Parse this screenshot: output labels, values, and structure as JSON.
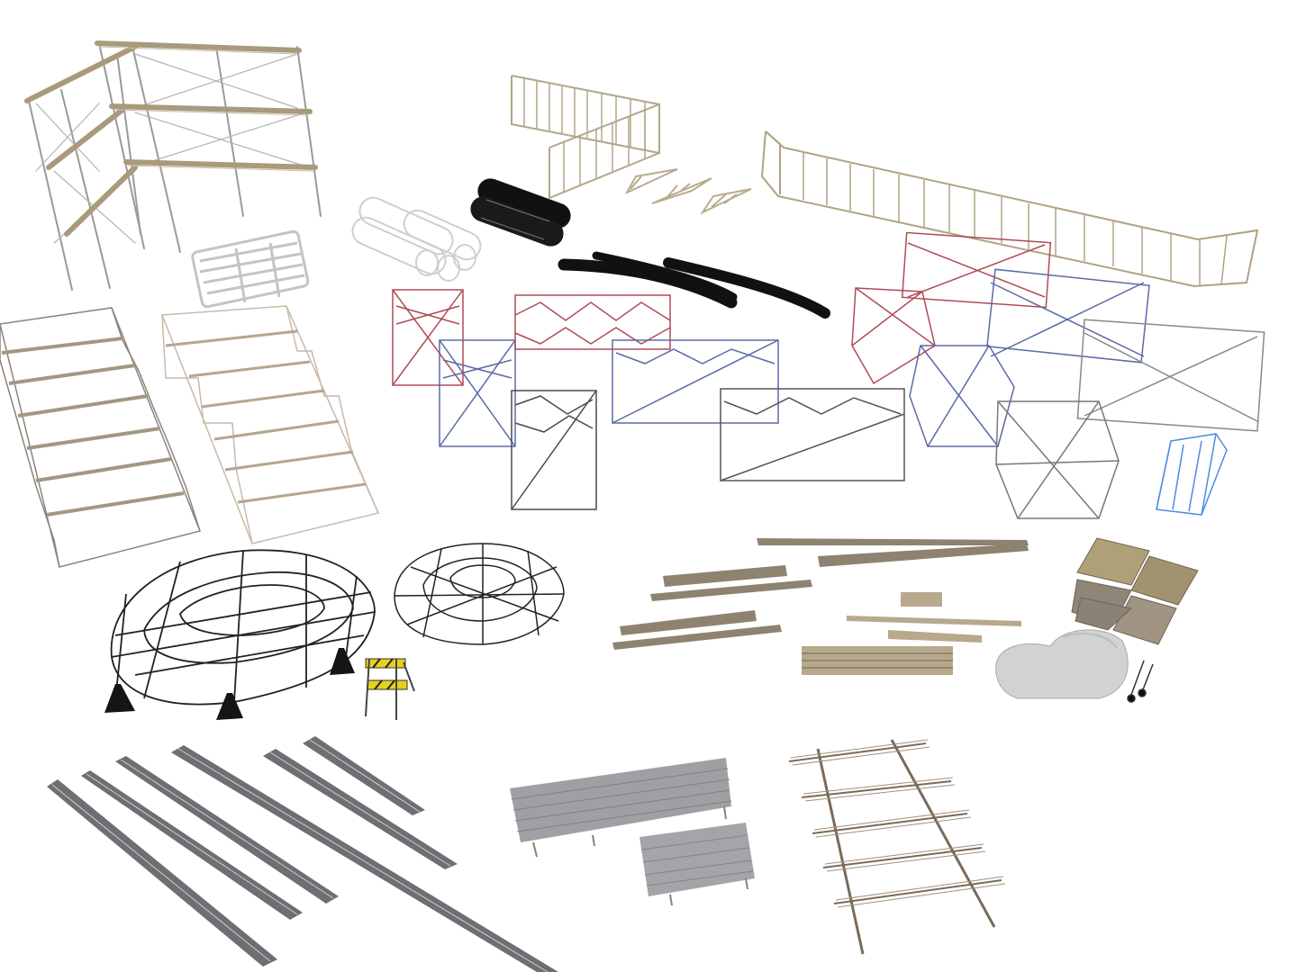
{
  "scene": {
    "background": "#ffffff",
    "colors": {
      "scaffold_wood": "#a99a7e",
      "scaffold_metal": "#9a9a9a",
      "truss_dark": "#4a4a4a",
      "truss_red": "#b04a55",
      "truss_blue": "#5a6aa8",
      "truss_light_blue": "#4d8ce0",
      "pipe_grey": "#cfcfcf",
      "pipe_black": "#111111",
      "dome_wire": "#222222",
      "cone_black": "#151515",
      "barrier_yellow": "#e6d21c",
      "plank": "#8d8370",
      "plank_light": "#b8a98c",
      "beam_steel": "#6e6e73",
      "concrete_panel": "#9ea0a3",
      "rebar": "#7a6a5a",
      "pallet_plate": "#a19482",
      "rubble_white": "#d9d9d9"
    },
    "objects": [
      {
        "name": "scaffold-tower",
        "kind": "scaffold"
      },
      {
        "name": "pipe-rack",
        "kind": "rack"
      },
      {
        "name": "grey-pipe-bundle",
        "kind": "pipes"
      },
      {
        "name": "black-pipe-bundle",
        "kind": "pipes"
      },
      {
        "name": "black-hoses",
        "kind": "hoses"
      },
      {
        "name": "timber-wall-frame",
        "kind": "framing"
      },
      {
        "name": "roof-trusses",
        "kind": "trusses"
      },
      {
        "name": "long-fence-frame",
        "kind": "framing"
      },
      {
        "name": "stair-frames-left",
        "kind": "stairs"
      },
      {
        "name": "stair-frames-right",
        "kind": "stairs"
      },
      {
        "name": "box-trusses",
        "kind": "trusses"
      },
      {
        "name": "glass-panel-box",
        "kind": "box"
      },
      {
        "name": "large-dome-frame",
        "kind": "dome"
      },
      {
        "name": "small-dome-frame",
        "kind": "dome"
      },
      {
        "name": "traffic-cones",
        "kind": "cones"
      },
      {
        "name": "road-barrier",
        "kind": "barrier"
      },
      {
        "name": "timber-planks",
        "kind": "planks"
      },
      {
        "name": "floor-plates",
        "kind": "plates"
      },
      {
        "name": "rubble-pile",
        "kind": "rubble"
      },
      {
        "name": "hand-truck",
        "kind": "cart"
      },
      {
        "name": "steel-girders",
        "kind": "girders"
      },
      {
        "name": "concrete-panels",
        "kind": "panels"
      },
      {
        "name": "rebar-grid",
        "kind": "rebar"
      }
    ]
  }
}
